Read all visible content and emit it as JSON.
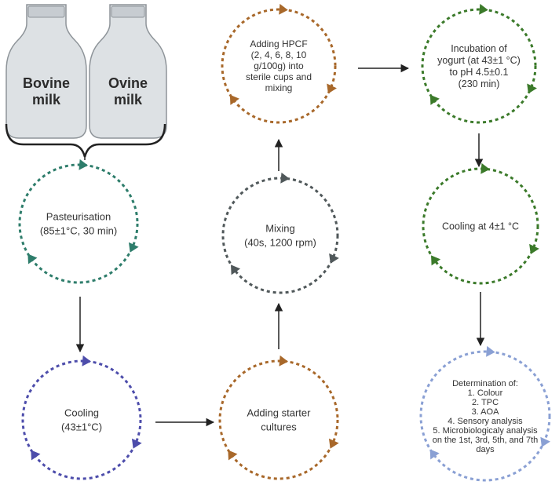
{
  "bottles": {
    "bovine": [
      "Bovine",
      "milk"
    ],
    "ovine": [
      "Ovine",
      "milk"
    ]
  },
  "steps": {
    "pasteurisation": {
      "color": "#2e7d6b",
      "lines": [
        "Pasteurisation",
        "(85±1°C, 30 min)"
      ]
    },
    "cooling": {
      "color": "#4d4dab",
      "lines": [
        "Cooling",
        "(43±1°C)"
      ]
    },
    "starter": {
      "color": "#a8682a",
      "lines": [
        "Adding starter",
        "cultures"
      ]
    },
    "mixing": {
      "color": "#50585a",
      "lines": [
        "Mixing",
        "(40s, 1200 rpm)"
      ]
    },
    "hpcf": {
      "color": "#a8682a",
      "lines": [
        "Adding HPCF",
        "(2, 4, 6, 8, 10",
        "g/100g) into",
        "sterile cups and",
        "mixing"
      ]
    },
    "incubation": {
      "color": "#3b7a2a",
      "lines": [
        "Incubation of",
        "yogurt (at 43±1 °C)",
        "to pH 4.5±0.1",
        "(230 min)"
      ]
    },
    "cooling4": {
      "color": "#3b7a2a",
      "lines": [
        "Cooling at 4±1 °C"
      ]
    },
    "determination": {
      "color": "#8aa0d4",
      "lines": [
        "Determination of:",
        "1.  Colour",
        "2.  TPC",
        "3.  AOA",
        "4.  Sensory analysis",
        "5. Microbiologicaly analysis",
        "on the 1st, 3rd, 5th, and 7th",
        "days"
      ]
    }
  },
  "colors": {
    "arrow": "#222222",
    "bottle_fill": "#dde1e4",
    "bottle_stroke": "#8e9499",
    "brace": "#222222"
  }
}
